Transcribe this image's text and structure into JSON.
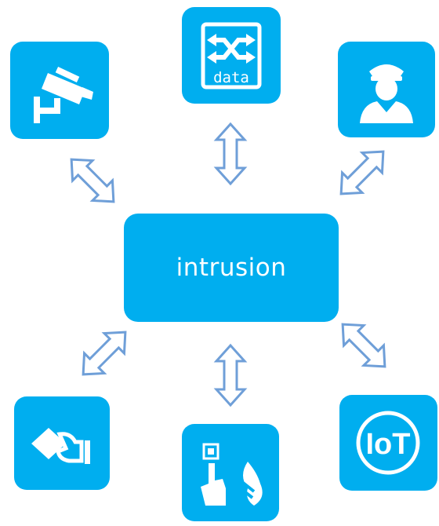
{
  "center": {
    "label": "intrusion"
  },
  "colors": {
    "tile": "#00aeef",
    "arrow_stroke": "#6f9fd8",
    "icon": "#ffffff"
  },
  "nodes": [
    {
      "id": "cctv",
      "icon": "cctv-camera-icon"
    },
    {
      "id": "data",
      "icon": "data-switch-icon",
      "text": "data"
    },
    {
      "id": "guard",
      "icon": "security-guard-icon"
    },
    {
      "id": "access",
      "icon": "access-card-icon"
    },
    {
      "id": "fire",
      "icon": "fire-alarm-call-point-icon"
    },
    {
      "id": "iot",
      "icon": "iot-icon",
      "text": "IoT"
    }
  ]
}
